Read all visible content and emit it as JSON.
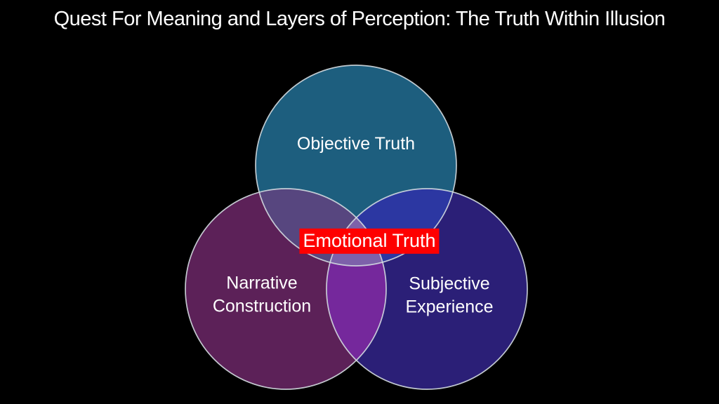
{
  "slide": {
    "title": "Quest For Meaning and Layers of Perception: The Truth Within Illusion",
    "background_color": "#000000",
    "title_color": "#ffffff"
  },
  "venn": {
    "type": "venn-diagram",
    "circles": [
      {
        "id": "objective-truth",
        "label": "Objective Truth",
        "color": "#1d5e7e"
      },
      {
        "id": "narrative-construction",
        "label": "Narrative\nConstruction",
        "color": "#5c2158"
      },
      {
        "id": "subjective-experience",
        "label": "Subjective\nExperience",
        "color": "#2b1f77"
      }
    ],
    "overlap_colors": {
      "objective_narrative": "#57467f",
      "objective_subjective": "#2c37a2",
      "narrative_subjective": "#75289c",
      "all_three": "#7d61aa"
    },
    "outline_color": "#d3dae0",
    "center_label": {
      "text": "Emotional Truth",
      "background_color": "#fe0000",
      "text_color": "#ffffff"
    }
  }
}
